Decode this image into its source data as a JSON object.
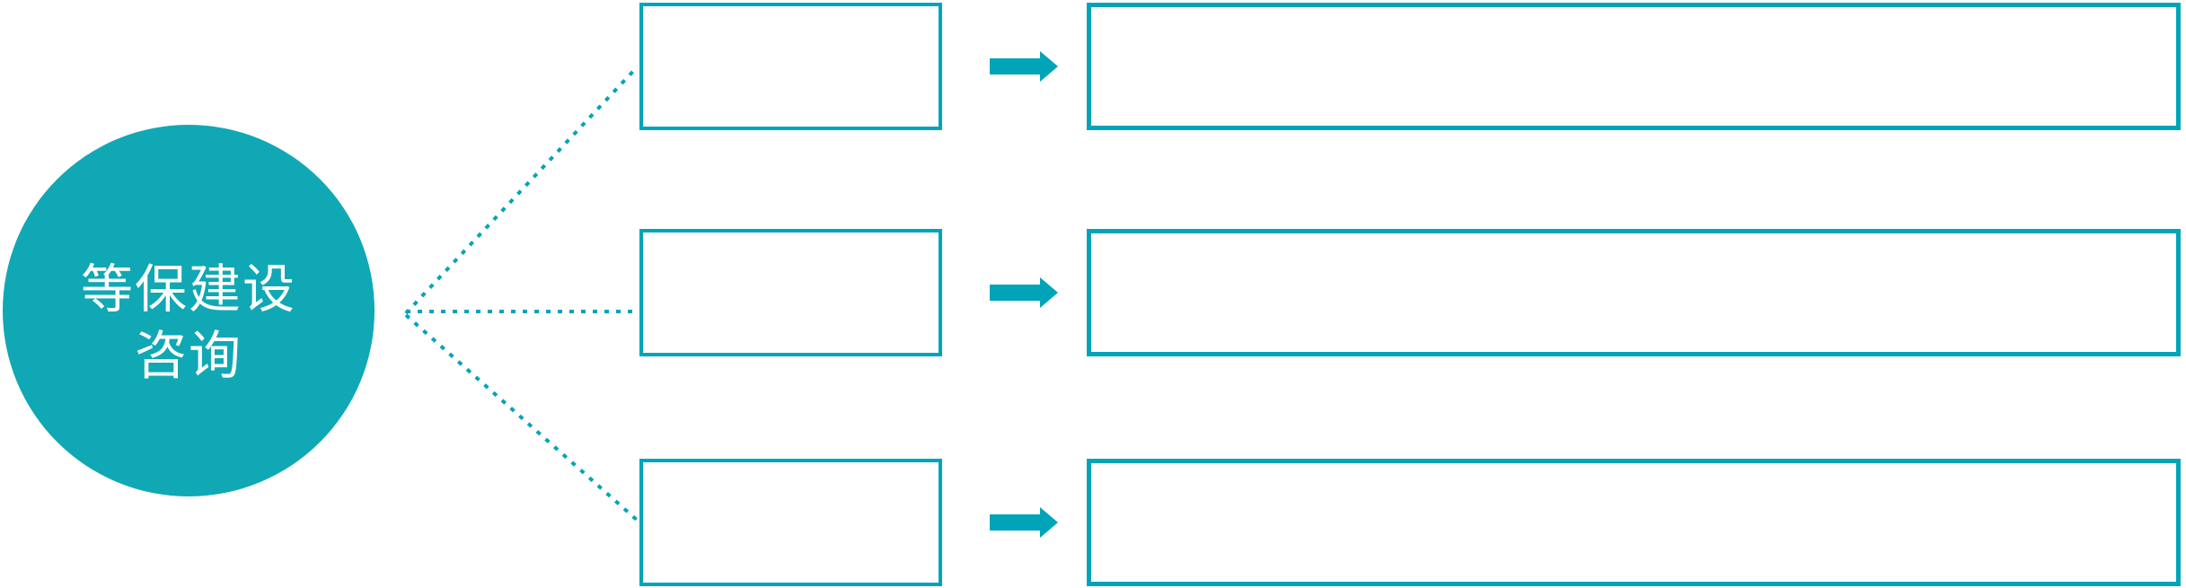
{
  "diagram": {
    "background_color": "#ffffff",
    "colors": {
      "circle_fill": "#10a8b5",
      "stroke": "#00a4b8",
      "label_text": "#ffffff"
    },
    "center_node": {
      "label_line1": "等保建设",
      "label_line2": "咨询"
    },
    "rows": [
      {
        "small_box_text": "",
        "large_box_text": ""
      },
      {
        "small_box_text": "",
        "large_box_text": ""
      },
      {
        "small_box_text": "",
        "large_box_text": ""
      }
    ],
    "icons": {
      "arrow": "right-block-arrow",
      "connector": "dotted-line"
    }
  }
}
